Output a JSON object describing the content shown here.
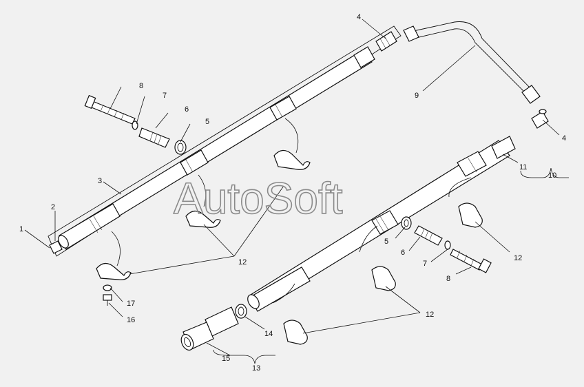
{
  "watermark": "AutoSoft",
  "callouts": {
    "c1": "1",
    "c2": "2",
    "c3": "3",
    "c4a": "4",
    "c4b": "4",
    "c5a": "5",
    "c5b": "5",
    "c6a": "6",
    "c6b": "6",
    "c7a": "7",
    "c7b": "7",
    "c8a": "8",
    "c8b": "8",
    "c9": "9",
    "c10": "10",
    "c11": "11",
    "c12a": "12",
    "c12b": "12",
    "c12c": "12",
    "c13": "13",
    "c14": "14",
    "c15": "15",
    "c16": "16",
    "c17": "17"
  }
}
